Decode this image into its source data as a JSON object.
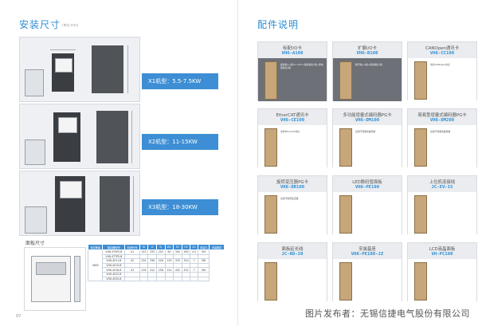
{
  "left": {
    "title": "安装尺寸",
    "unit": "(单位:mm)",
    "models": [
      {
        "label": "X1机型：5.5-7.5KW"
      },
      {
        "label": "X2机型：11-15KW"
      },
      {
        "label": "X3机型：18-30KW"
      }
    ],
    "panel_title": "面板尺寸",
    "page_number": "07",
    "table": {
      "headers": [
        "电压等级",
        "驱动器型号",
        "机壳代号",
        "W",
        "H",
        "D",
        "W1",
        "H1",
        "H2",
        "D1",
        "安装孔",
        "安装螺钉"
      ],
      "voltage": "380V",
      "rows": [
        [
          "VH6-4T5P5-B",
          "X1",
          "143",
          "335",
          "203",
          "94",
          "300",
          "265",
          "4.5",
          "M4"
        ],
        [
          "VH6-4T7P5-B",
          "",
          "",
          "",
          "",
          "",
          "",
          "",
          "",
          ""
        ],
        [
          "VH6-4011-B",
          "X2",
          "224",
          "336",
          "228",
          "120",
          "325",
          "324",
          "7",
          "M6"
        ],
        [
          "VH6-4015-B",
          "",
          "",
          "",
          "",
          "",
          "",
          "",
          "",
          ""
        ],
        [
          "VH6-4018-B",
          "X3",
          "239",
          "412",
          "258",
          "120",
          "402",
          "432",
          "7",
          "M6"
        ],
        [
          "VH6-4022-B",
          "",
          "",
          "",
          "",
          "",
          "",
          "",
          "",
          ""
        ],
        [
          "VH6-4030-B",
          "",
          "",
          "",
          "",
          "",
          "",
          "",
          "",
          ""
        ]
      ]
    }
  },
  "right": {
    "title": "配件说明",
    "cards": [
      {
        "title": "标配I/O卡",
        "model": "VH6-A100",
        "desc": "模拟输入1路(0~10V)+模拟输出1路+继电器输出1路",
        "light": false
      },
      {
        "title": "扩展I/O卡",
        "model": "VH6-B100",
        "desc": "数字输入4路+模拟输出1路",
        "light": false
      },
      {
        "title": "CANOpen通讯卡",
        "model": "VH6-CC100",
        "desc": "支持CANOpen协议",
        "light": true
      },
      {
        "title": "EtherCAT通讯卡",
        "model": "VH6-CE100",
        "desc": "支持EtherCAT协议",
        "light": true
      },
      {
        "title": "多功能增量式编码器PG卡",
        "model": "VH6-DM100",
        "desc": "适用于增量式编码器",
        "light": true
      },
      {
        "title": "简易型增量式编码器PG卡",
        "model": "VH6-DM200",
        "desc": "适用于增量式编码器",
        "light": true
      },
      {
        "title": "旋转变压器PG卡",
        "model": "VH6-DR100",
        "desc": "适用于旋转变压器",
        "light": true
      },
      {
        "title": "LED数码管面板",
        "model": "VH6-PE100",
        "desc": "",
        "light": true
      },
      {
        "title": "上位机连接线",
        "model": "JC-EV-15",
        "desc": "",
        "light": true
      },
      {
        "title": "面板延长线",
        "model": "JC-RD-20",
        "desc": "",
        "light": true
      },
      {
        "title": "安装基座",
        "model": "VH6-PE100-JZ",
        "desc": "",
        "light": true
      },
      {
        "title": "LCD液晶面板",
        "model": "VH-PC100",
        "desc": "",
        "light": true
      }
    ]
  },
  "footer": "图片发布者：无锡信捷电气股份有限公司"
}
